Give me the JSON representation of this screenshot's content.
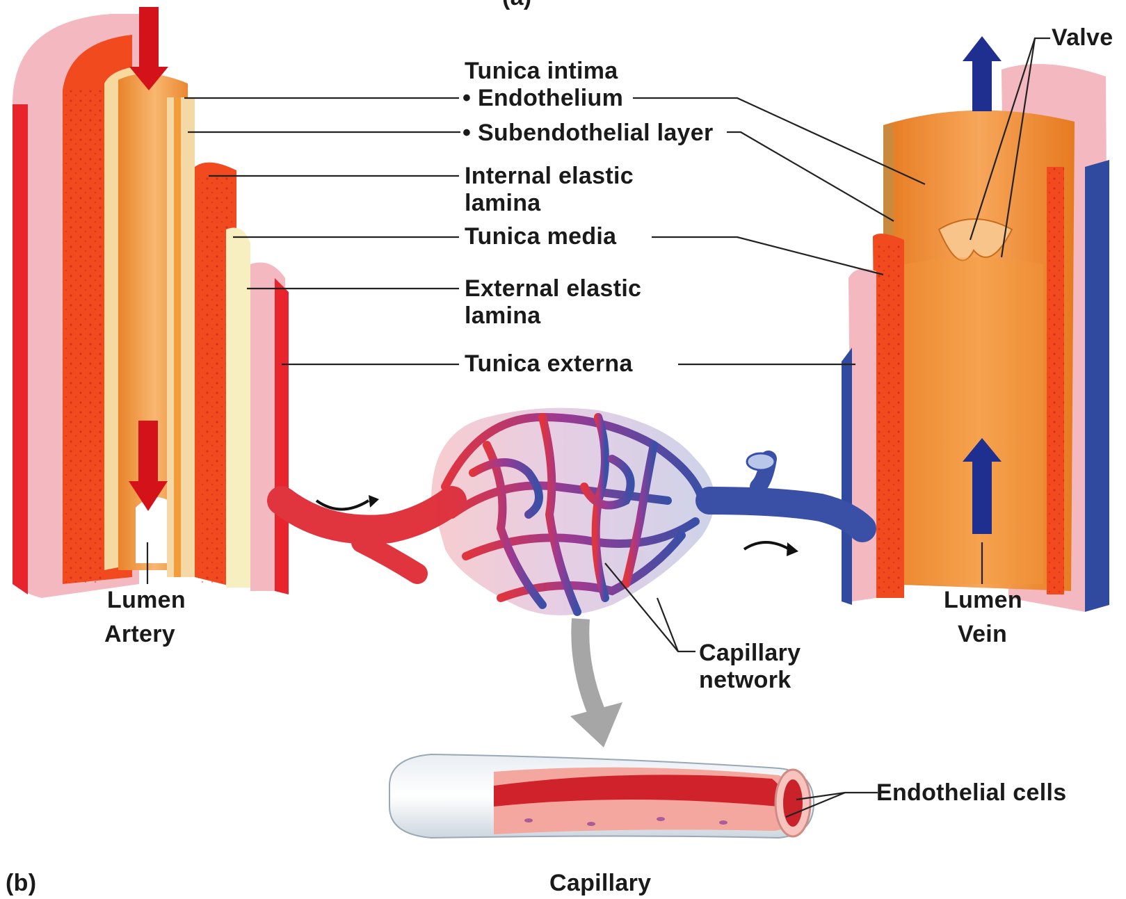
{
  "figure_labels": {
    "part_a": "(a)",
    "part_b": "(b)"
  },
  "labels": {
    "tunica_intima": "Tunica intima",
    "endothelium": "• Endothelium",
    "subendothelial": "• Subendothelial layer",
    "internal_elastic_1": "Internal elastic",
    "internal_elastic_2": "lamina",
    "tunica_media": "Tunica media",
    "external_elastic_1": "External elastic",
    "external_elastic_2": "lamina",
    "tunica_externa": "Tunica externa",
    "valve": "Valve",
    "lumen_artery": "Lumen",
    "artery": "Artery",
    "lumen_vein": "Lumen",
    "vein": "Vein",
    "capillary_network_1": "Capillary",
    "capillary_network_2": "network",
    "endothelial_cells": "Endothelial cells",
    "capillary": "Capillary"
  },
  "colors": {
    "artery_red": "#e8252c",
    "artery_dark": "#c71a1a",
    "media_orange": "#f04a1e",
    "intima_tan": "#f2a65a",
    "lumen_orange": "#f4942e",
    "externa_pink": "#f3b8c0",
    "vein_blue": "#2f4a9e",
    "capillary_purple": "#8a3d96",
    "arrow_red": "#d3121a",
    "arrow_blue": "#1e2f8f",
    "line": "#222222"
  }
}
